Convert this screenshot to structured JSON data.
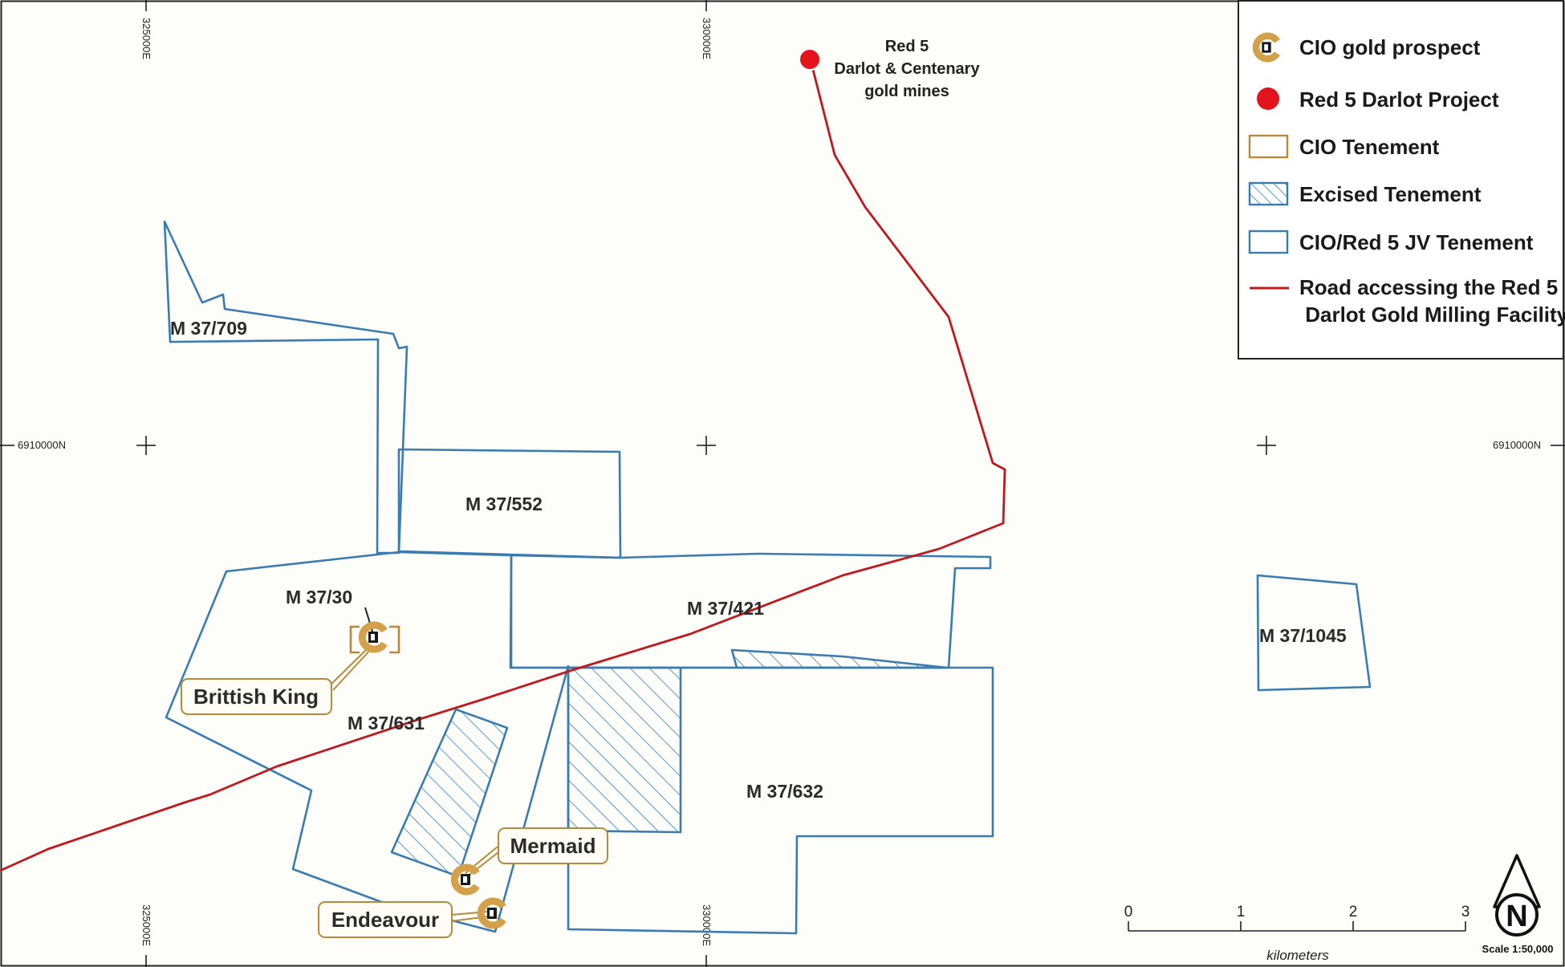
{
  "map": {
    "grid_labels": {
      "e325_top": "325000E",
      "e330_top": "330000E",
      "e325_bottom": "325000E",
      "e330_bottom": "330000E",
      "n_left": "6910000N",
      "n_right": "6910000N"
    },
    "tenements": {
      "m37_709": "M  37/709",
      "m37_552": "M  37/552",
      "m37_30": "M  37/30",
      "m37_421": "M  37/421",
      "m37_631": "M  37/631",
      "m37_632": "M  37/632",
      "m37_1045": "M  37/1045"
    },
    "prospects": {
      "brittish_king": "Brittish King",
      "mermaid": "Mermaid",
      "endeavour": "Endeavour"
    },
    "red5_label": [
      "Red 5",
      "Darlot & Centenary",
      "gold mines"
    ],
    "legend": {
      "cio_gold_prospect": "CIO gold prospect",
      "red5_darlot_project": "Red 5 Darlot Project",
      "cio_tenement": "CIO Tenement",
      "excised_tenement": "Excised Tenement",
      "jv_tenement": "CIO/Red 5 JV Tenement",
      "road_line1": "Road accessing the Red 5",
      "road_line2": " Darlot Gold Milling Facility"
    },
    "scale_bar": {
      "ticks": [
        "0",
        "1",
        "2",
        "3"
      ],
      "units": "kilometers",
      "scale": "Scale 1:50,000"
    },
    "north_arrow": "N",
    "colors": {
      "jv_tenement": "#3b7cb0",
      "cio_tenement": "#b8893a",
      "road": "#c0181d",
      "red5_marker": "#e3141b",
      "prospect_marker": "#d4a04a",
      "background": "#fdfdfa"
    }
  }
}
